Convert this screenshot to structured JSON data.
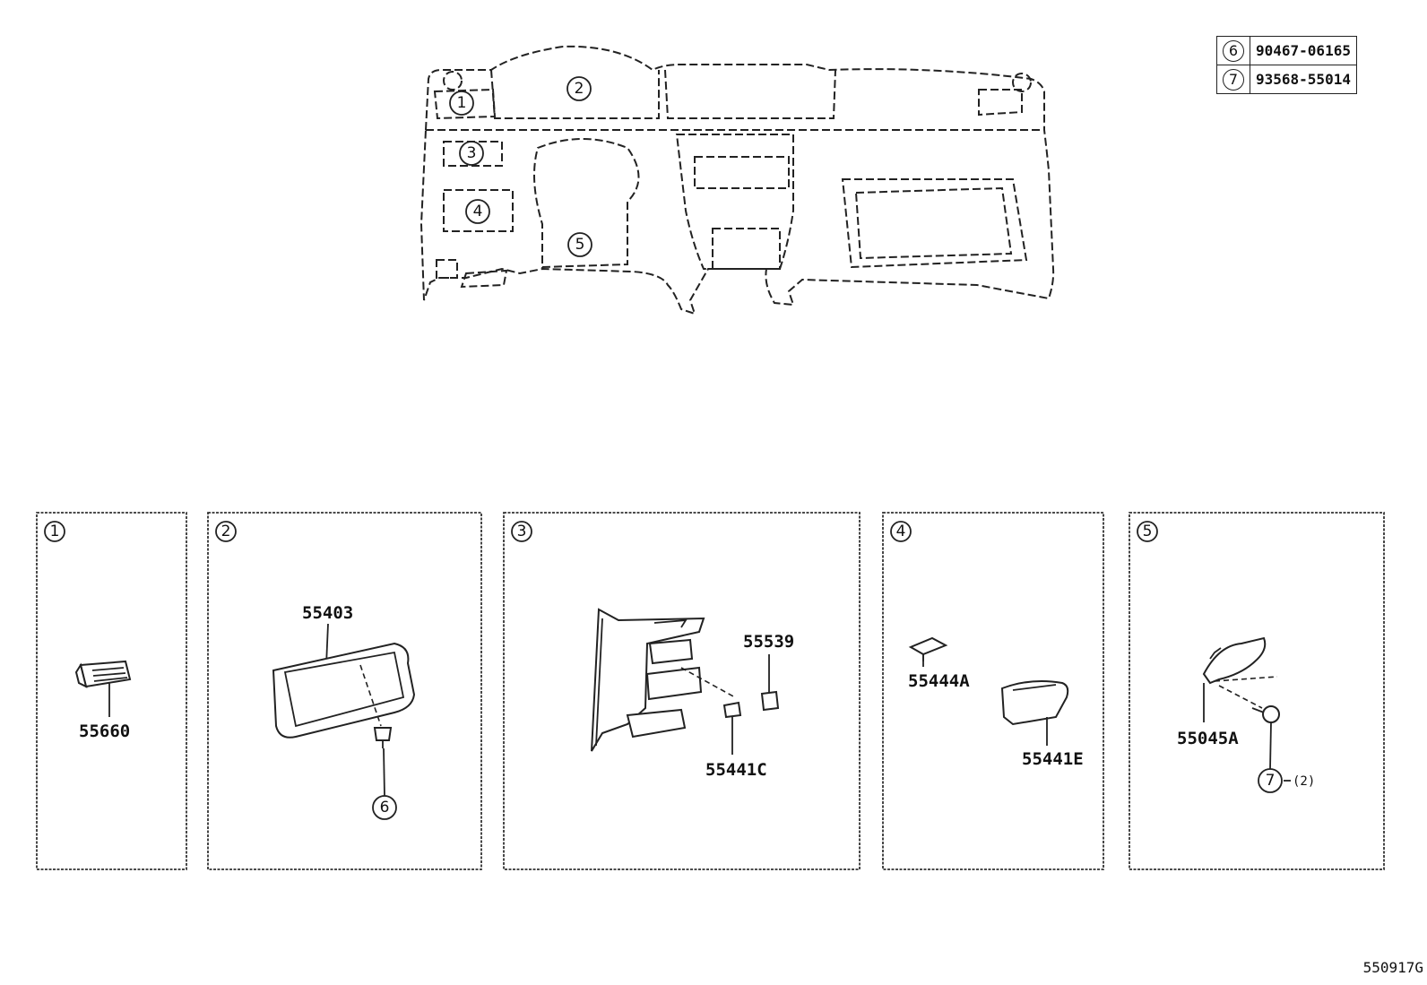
{
  "reference_table": [
    {
      "ref": "6",
      "part_number": "90467-06165"
    },
    {
      "ref": "7",
      "part_number": "93568-55014"
    }
  ],
  "overview_callouts": [
    "1",
    "2",
    "3",
    "4",
    "5"
  ],
  "panels": [
    {
      "ref": "1",
      "parts": [
        "55660"
      ]
    },
    {
      "ref": "2",
      "parts": [
        "55403",
        "6"
      ]
    },
    {
      "ref": "3",
      "parts": [
        "55539",
        "55441C"
      ]
    },
    {
      "ref": "4",
      "parts": [
        "55444A",
        "55441E"
      ]
    },
    {
      "ref": "5",
      "parts": [
        "55045A",
        "7",
        "(2)"
      ]
    }
  ],
  "diagram_code": "550917G"
}
